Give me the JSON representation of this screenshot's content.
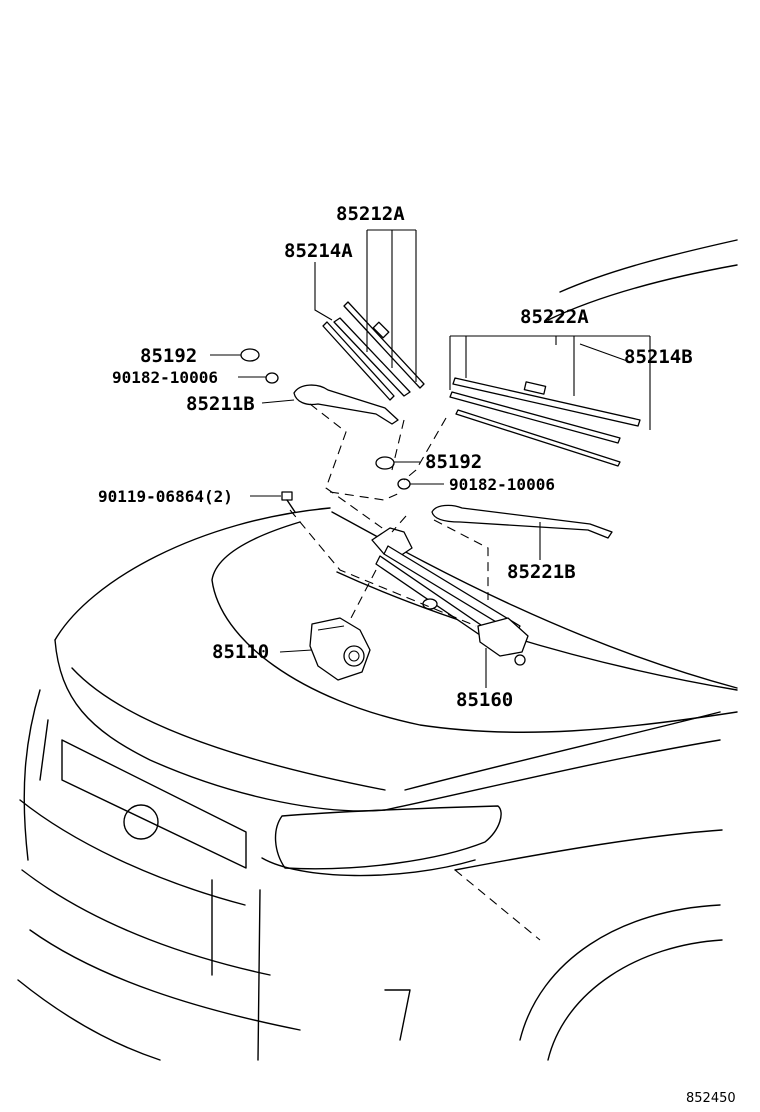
{
  "labels": {
    "wiper_blade_front": "85212A",
    "blade_rubber_front": "85214A",
    "cap_front": "85192",
    "nut_front": "90182-10006",
    "arm_front": "85211B",
    "wiper_blade_rear": "85222A",
    "blade_rubber_rear": "85214B",
    "cap_rear": "85192",
    "nut_rear": "90182-10006",
    "bolt": "90119-06864(2)",
    "arm_rear": "85221B",
    "motor": "85110",
    "link": "85160"
  },
  "figure_number": "852450"
}
